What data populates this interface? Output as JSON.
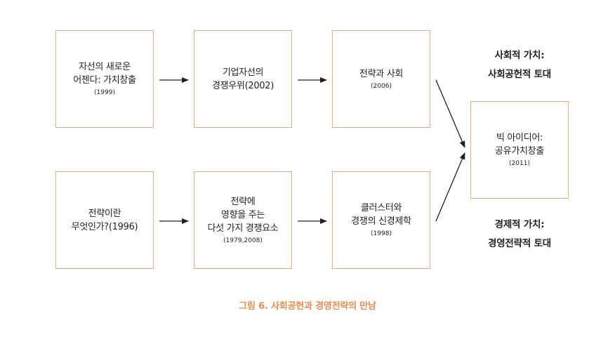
{
  "boxes": {
    "b1": {
      "lines": [
        "자선의 새로운",
        "어젠다: 가치창출"
      ],
      "year": "(1999)"
    },
    "b2": {
      "lines": [
        "기업자선의",
        "경쟁우위(2002)"
      ],
      "year": ""
    },
    "b3": {
      "lines": [
        "전략과 사회"
      ],
      "year": "(2006)"
    },
    "b4": {
      "lines": [
        "전략이란",
        "무엇인가?(1996)"
      ],
      "year": ""
    },
    "b5": {
      "lines": [
        "전략에",
        "영향을 주는",
        "다섯 가지 경쟁요소"
      ],
      "year": "(1979,2008)"
    },
    "b6": {
      "lines": [
        "클러스터와",
        "경쟁의 신경제학"
      ],
      "year": "(1998)"
    },
    "b7": {
      "lines": [
        "빅 아이디어:",
        "공유가치창출"
      ],
      "year": "(2011)"
    }
  },
  "labels": {
    "social": [
      "사회적 가치:",
      "사회공헌적 토대"
    ],
    "economic": [
      "경제적 가치:",
      "경영전략적 토대"
    ]
  },
  "caption": "그림 6. 사회공헌과 경영전략의 만남",
  "colors": {
    "box_border": "#f0a57a",
    "caption": "#ee8a4b",
    "text": "#231f20"
  }
}
